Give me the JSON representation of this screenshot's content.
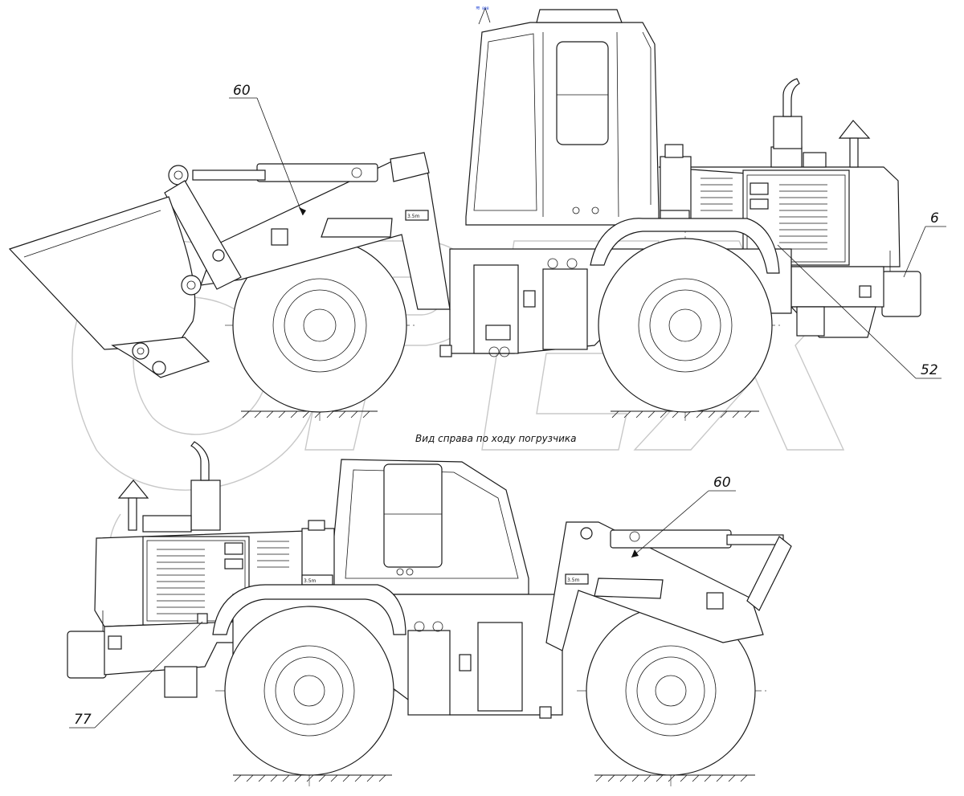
{
  "watermark": {
    "text": "OPEX"
  },
  "top_view": {
    "callouts": [
      {
        "id": "callout-60-top",
        "label": "60"
      },
      {
        "id": "callout-6",
        "label": "6"
      },
      {
        "id": "callout-52",
        "label": "52"
      }
    ],
    "caption": "Вид справа по ходу погрузчика",
    "mark_top": "≋ ₈₈₈",
    "plate_label": "3.5m"
  },
  "bottom_view": {
    "callouts": [
      {
        "id": "callout-60-bottom",
        "label": "60"
      },
      {
        "id": "callout-77",
        "label": "77"
      }
    ],
    "plate_label": "3.5m"
  },
  "colors": {
    "line": "#1a1a1a",
    "watermark": "#c8c8c8",
    "accent": "#1a3fd6"
  }
}
